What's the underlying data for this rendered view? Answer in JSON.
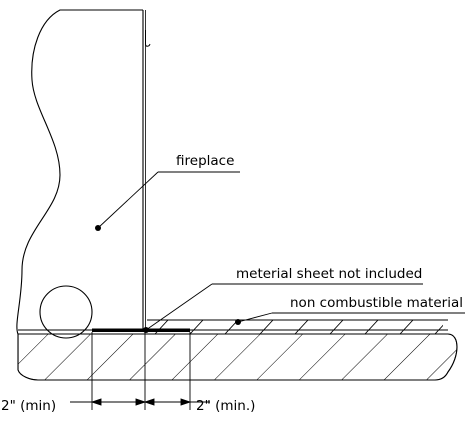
{
  "labels": {
    "fireplace": "fireplace",
    "material_sheet": "meterial sheet not included",
    "non_combustible": "non combustible material",
    "clearance_left": "2\" (min)",
    "clearance_right": "2\" (min.)"
  },
  "colors": {
    "line": "#000000",
    "background": "#ffffff"
  }
}
